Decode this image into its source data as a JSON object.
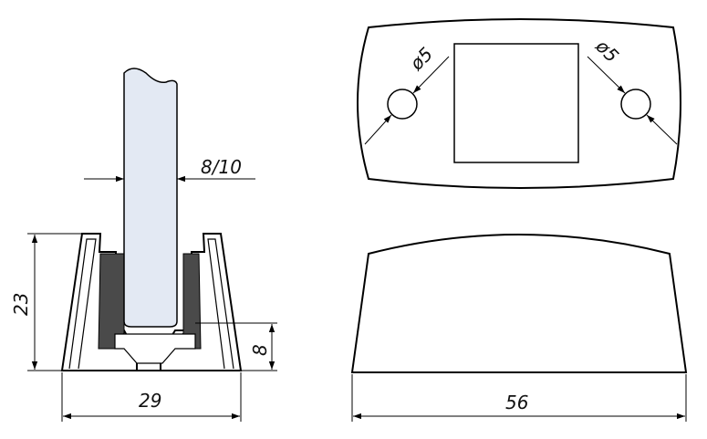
{
  "drawing": {
    "dimensions": {
      "glass_thickness": "8/10",
      "side_height": "23",
      "side_width": "29",
      "channel_depth": "8",
      "base_width": "56",
      "hole_left": "ø5",
      "hole_right": "ø5"
    },
    "colors": {
      "glass": "#e3e9f3",
      "gasket": "#4a4a4a",
      "line": "#000000"
    }
  }
}
